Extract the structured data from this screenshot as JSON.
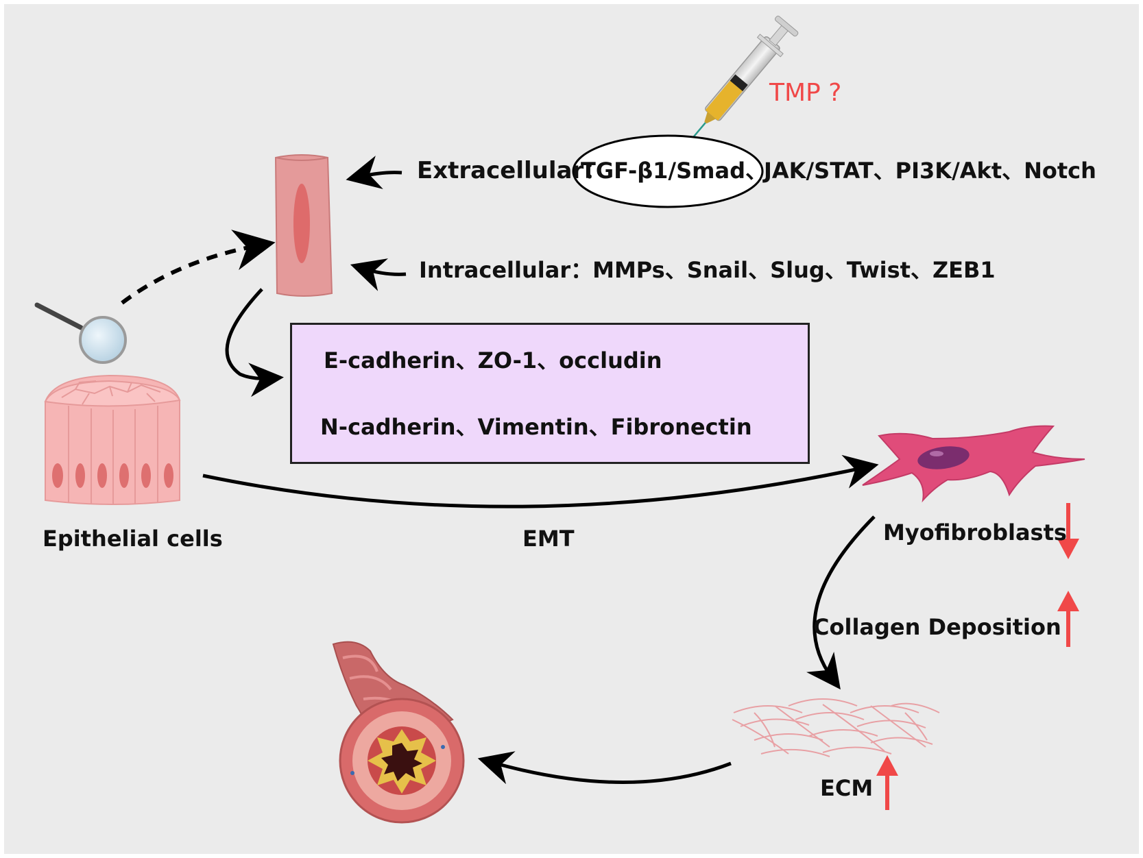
{
  "drug": {
    "label": "TMP  ?"
  },
  "pathways": {
    "extracellular": "Extracellular：",
    "extracellular_highlight": "TGF-β1/Smad、",
    "extracellular_rest": "JAK/STAT、PI3K/Akt、Notch",
    "intracellular": "Intracellular：MMPs、Snail、Slug、Twist、ZEB1"
  },
  "markers": {
    "down": "E-cadherin、ZO-1、occludin",
    "up": "N-cadherin、Vimentin、Fibronectin"
  },
  "cells": {
    "epithelial": "Epithelial cells",
    "transition": "EMT",
    "myofibroblasts": "Myofibroblasts",
    "collagen": "Collagen Deposition",
    "ecm": "ECM"
  },
  "colors": {
    "background": "#ebebeb",
    "red_arrow": "#f04848",
    "marker_box": "#efd8fb",
    "epithelium": "#f6b5b5",
    "myofibroblast": "#e04c7a",
    "nucleus": "#7b2d6e"
  },
  "icons": [
    "syringe-icon",
    "magnifier-icon",
    "epithelial-tissue-icon",
    "transitional-cell-icon",
    "myofibroblast-icon",
    "collagen-fibers-icon",
    "fibrotic-airway-icon"
  ]
}
